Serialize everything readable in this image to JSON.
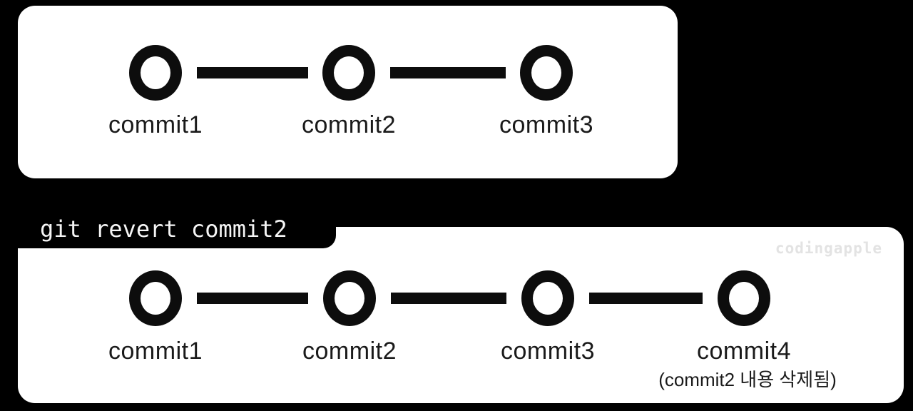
{
  "colors": {
    "background": "#000000",
    "panel": "#ffffff",
    "graph": "#0d0d0d",
    "label": "#1a1a1a",
    "tab-text": "#f5f5f5",
    "watermark": "#e3e3e3"
  },
  "command_tab": {
    "text": "git revert commit2"
  },
  "panel_before": {
    "commits": [
      {
        "label": "commit1"
      },
      {
        "label": "commit2"
      },
      {
        "label": "commit3"
      }
    ]
  },
  "panel_after": {
    "watermark": "codingapple",
    "commits": [
      {
        "label": "commit1"
      },
      {
        "label": "commit2"
      },
      {
        "label": "commit3"
      },
      {
        "label": "commit4",
        "note": "(commit2 내용 삭제됨)"
      }
    ]
  }
}
